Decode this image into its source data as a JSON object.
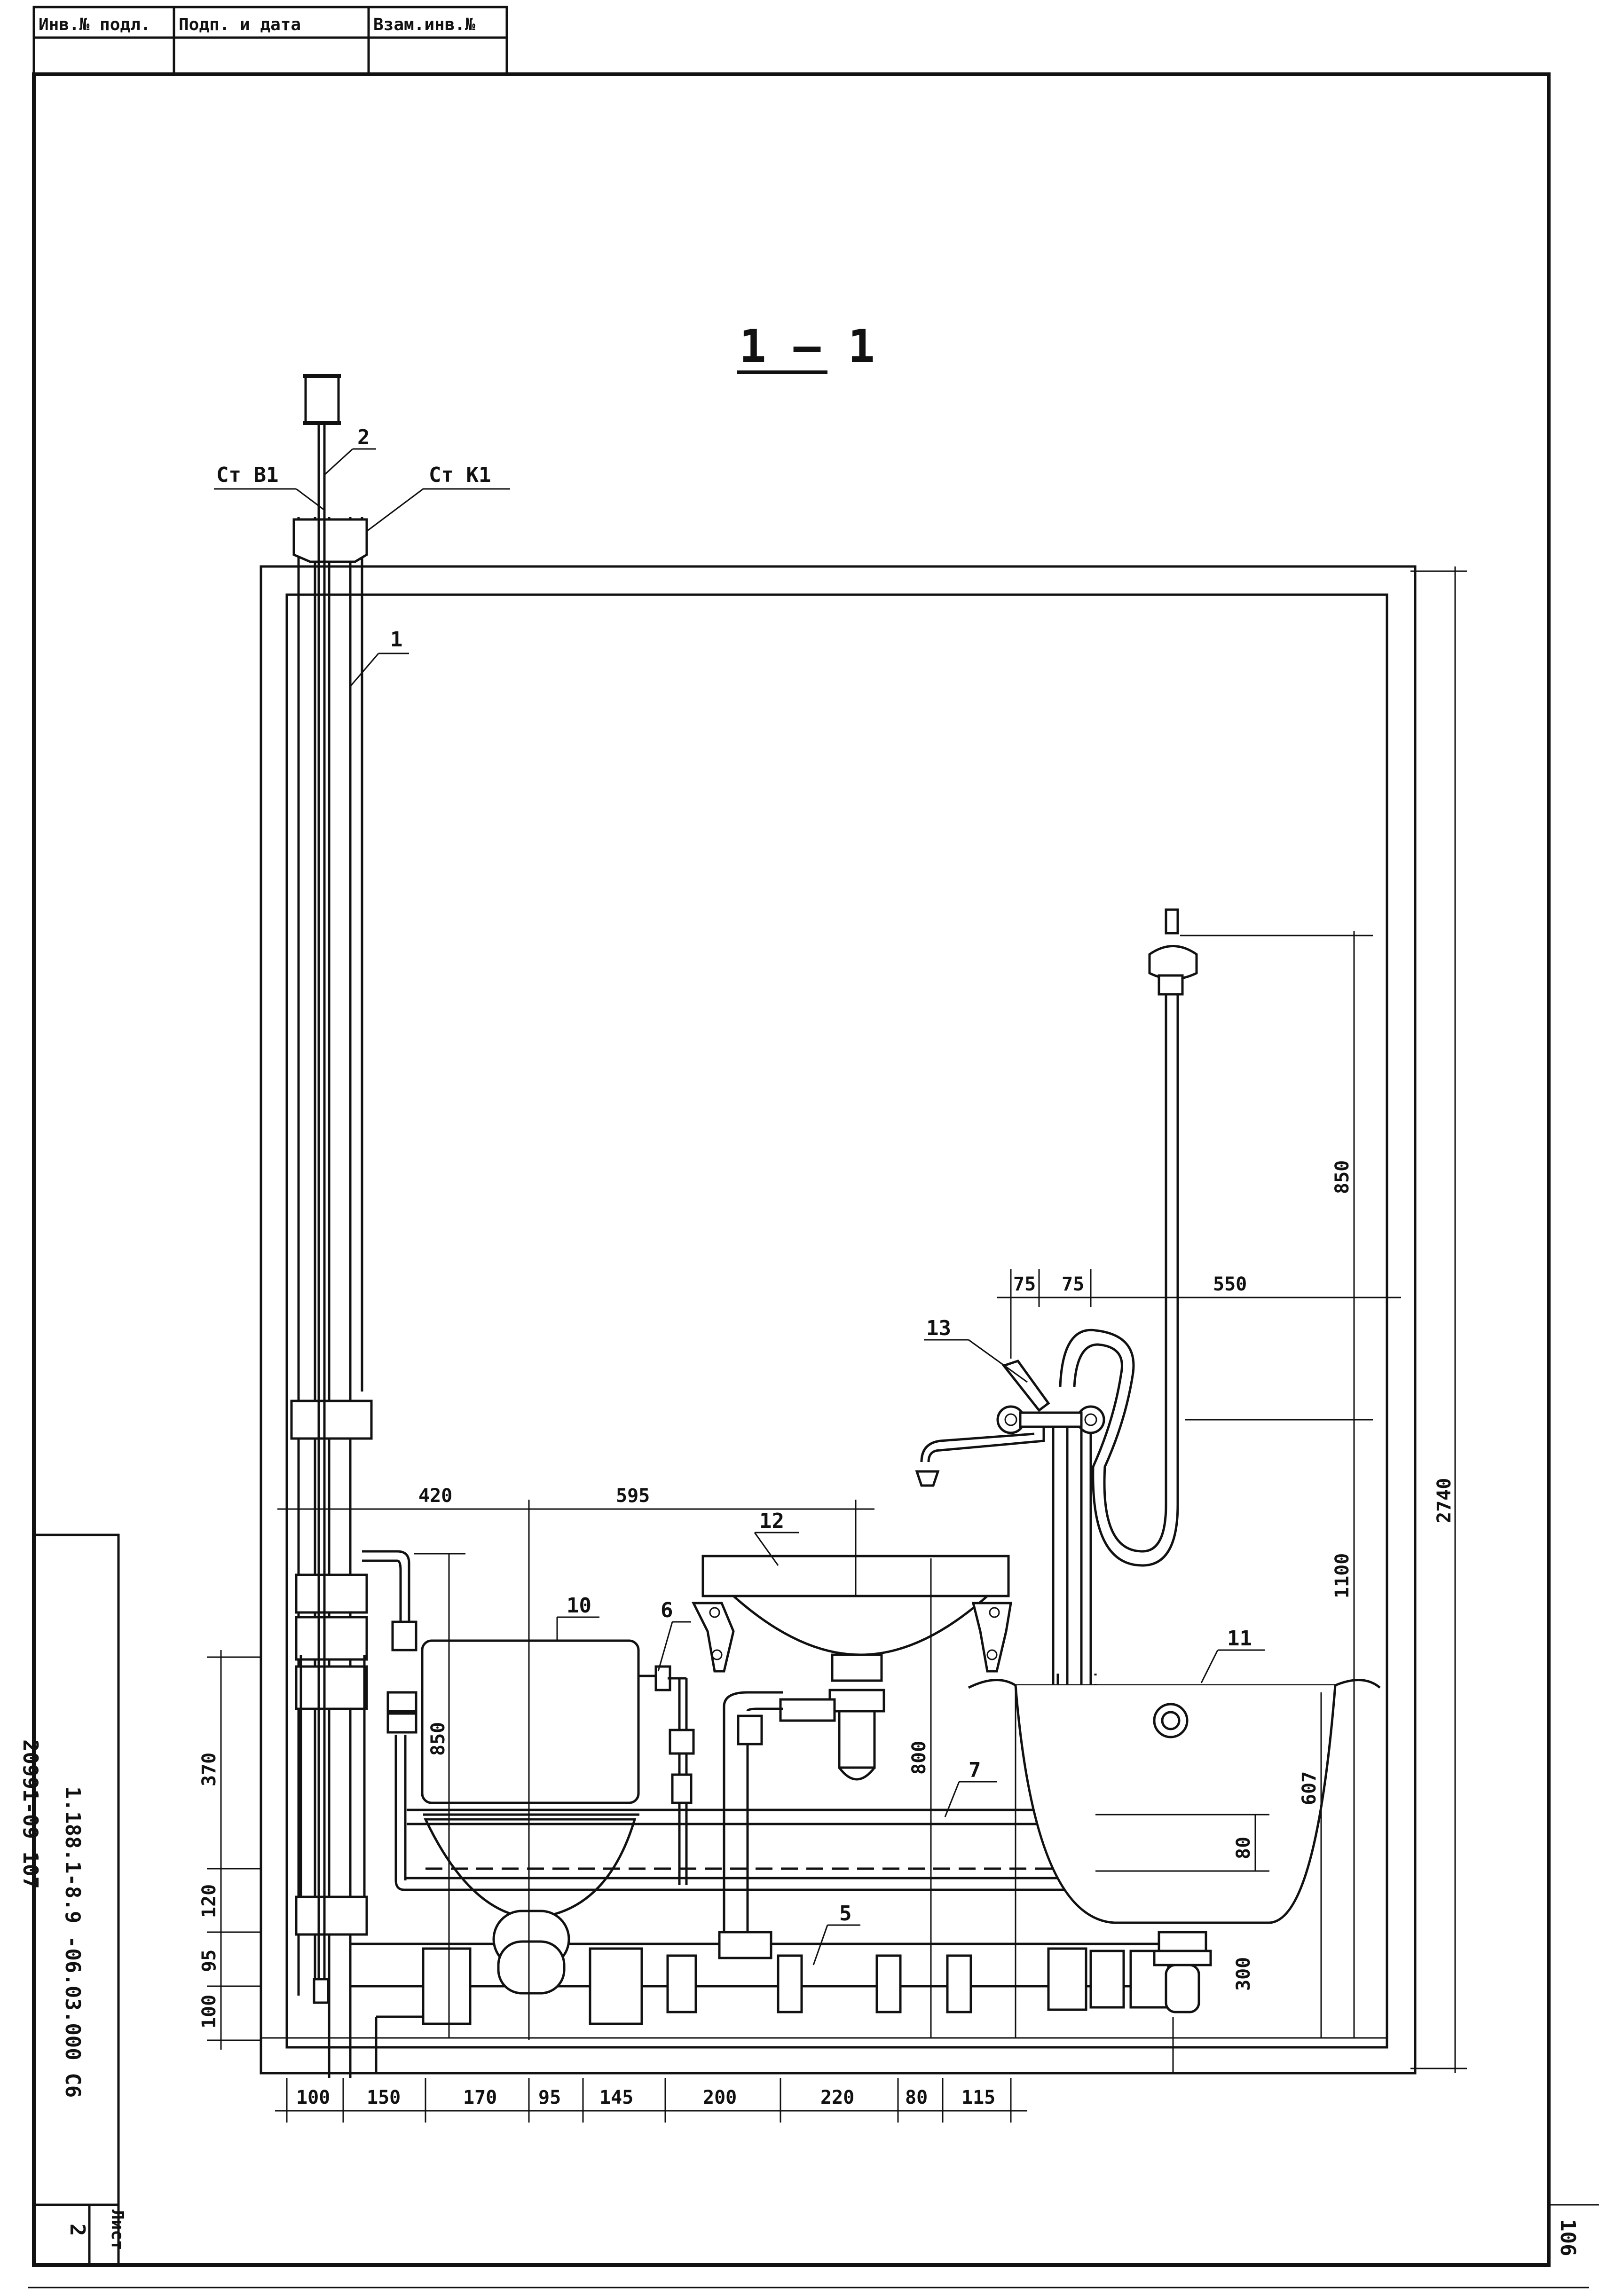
{
  "header_cells": [
    "Инв.№ подл.",
    "Подп. и дата",
    "Взам.инв.№"
  ],
  "section_title": "1 — 1",
  "riser_labels": {
    "water": "Ст В1",
    "sewer": "Ст К1"
  },
  "callouts": [
    "1",
    "2",
    "5",
    "6",
    "7",
    "10",
    "11",
    "12",
    "13"
  ],
  "dims_bottom": [
    "100",
    "150",
    "170",
    "95",
    "145",
    "200",
    "220",
    "80",
    "115"
  ],
  "dims_upper": [
    "420",
    "595"
  ],
  "dims_shower": [
    "75",
    "75",
    "550"
  ],
  "dims_left": [
    "370",
    "120",
    "95",
    "100"
  ],
  "dims_right": [
    "850",
    "1100",
    "2740",
    "607",
    "80",
    "300"
  ],
  "dims_inner": [
    "850",
    "800"
  ],
  "stamp": {
    "code": "1.188.1-8.9   -06.03.000 С6",
    "number": "20991-09 107",
    "sheet_label": "Лист",
    "sheet_value": "2"
  },
  "page_number": "106"
}
